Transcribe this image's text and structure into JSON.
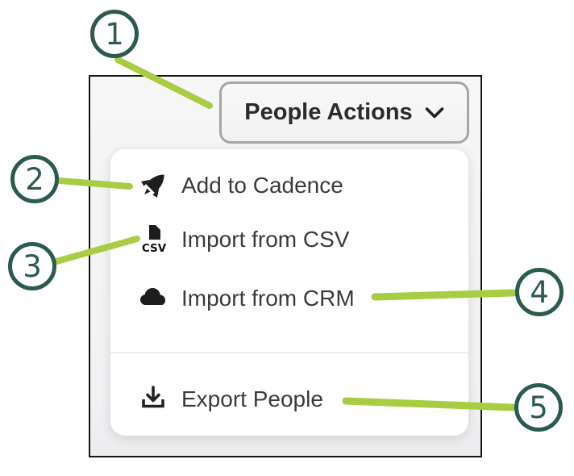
{
  "dropdown_button": {
    "label": "People Actions",
    "chevron_icon": "chevron-down"
  },
  "menu": {
    "items": [
      {
        "id": "add-to-cadence",
        "label": "Add to Cadence",
        "icon": "rocket-icon"
      },
      {
        "id": "import-from-csv",
        "label": "Import from CSV",
        "icon": "csv-file-icon",
        "icon_text": "CSV"
      },
      {
        "id": "import-from-crm",
        "label": "Import from CRM",
        "icon": "cloud-icon"
      },
      {
        "id": "export-people",
        "label": "Export People",
        "icon": "download-icon"
      }
    ]
  },
  "callouts": [
    {
      "number": "1",
      "target": "people-actions-button"
    },
    {
      "number": "2",
      "target": "add-to-cadence"
    },
    {
      "number": "3",
      "target": "import-from-csv"
    },
    {
      "number": "4",
      "target": "import-from-crm"
    },
    {
      "number": "5",
      "target": "export-people"
    }
  ],
  "colors": {
    "callout_circle": "#2a5a50",
    "callout_line": "#a8cc42",
    "frame_border": "#161616",
    "button_border": "#a6a6a8",
    "button_text": "#2b2b2b",
    "menu_text": "#3b3b3b",
    "panel_background": "#ffffff"
  }
}
